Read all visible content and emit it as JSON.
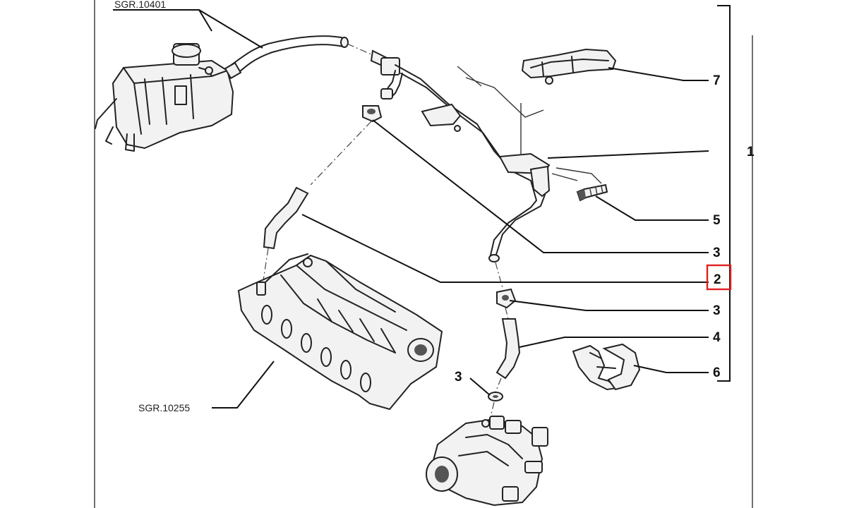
{
  "references": {
    "coolant_tank": "SGR.10401",
    "intake_manifold": "SGR.10255"
  },
  "callouts": {
    "c1": "1",
    "c2": "2",
    "c3a": "3",
    "c3b": "3",
    "c3c": "3",
    "c4": "4",
    "c5": "5",
    "c6": "6",
    "c7": "7"
  },
  "highlight": {
    "callout": "2",
    "color": "#e02020"
  },
  "colors": {
    "line": "#222222",
    "background": "#ffffff"
  }
}
